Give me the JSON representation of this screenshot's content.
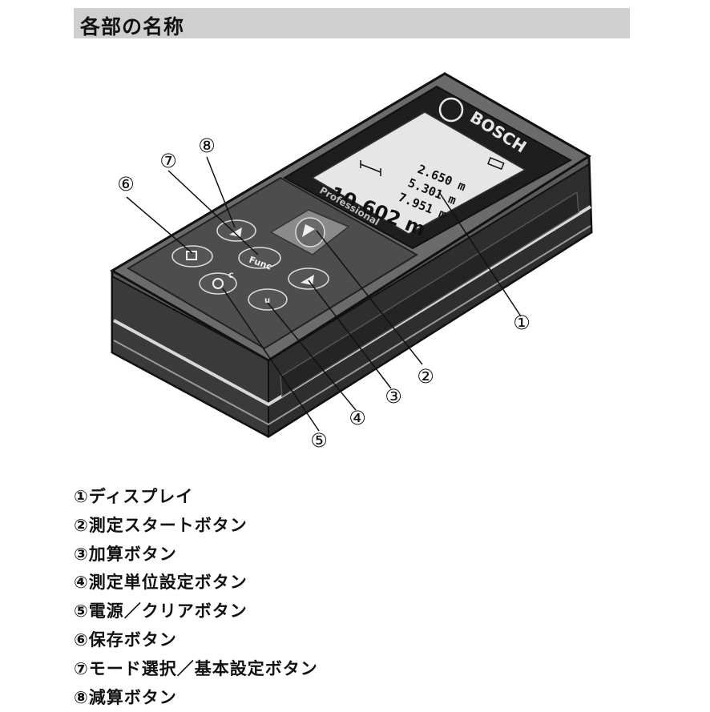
{
  "title": "各部の名称",
  "device": {
    "brand": "BOSCH",
    "series": "Professional",
    "display": {
      "line1": "2.650 m",
      "line2": "5.301 m",
      "line3": "7.951 m",
      "result": "10.602 m"
    },
    "buttons": {
      "func": "Func",
      "clear_mark": "C",
      "unit_mark": "u"
    }
  },
  "callouts": [
    "①",
    "②",
    "③",
    "④",
    "⑤",
    "⑥",
    "⑦",
    "⑧"
  ],
  "parts": [
    "①ディスプレイ",
    "②測定スタートボタン",
    "③加算ボタン",
    "④測定単位設定ボタン",
    "⑤電源／クリアボタン",
    "⑥保存ボタン",
    "⑦モード選択／基本設定ボタン",
    "⑧減算ボタン"
  ]
}
